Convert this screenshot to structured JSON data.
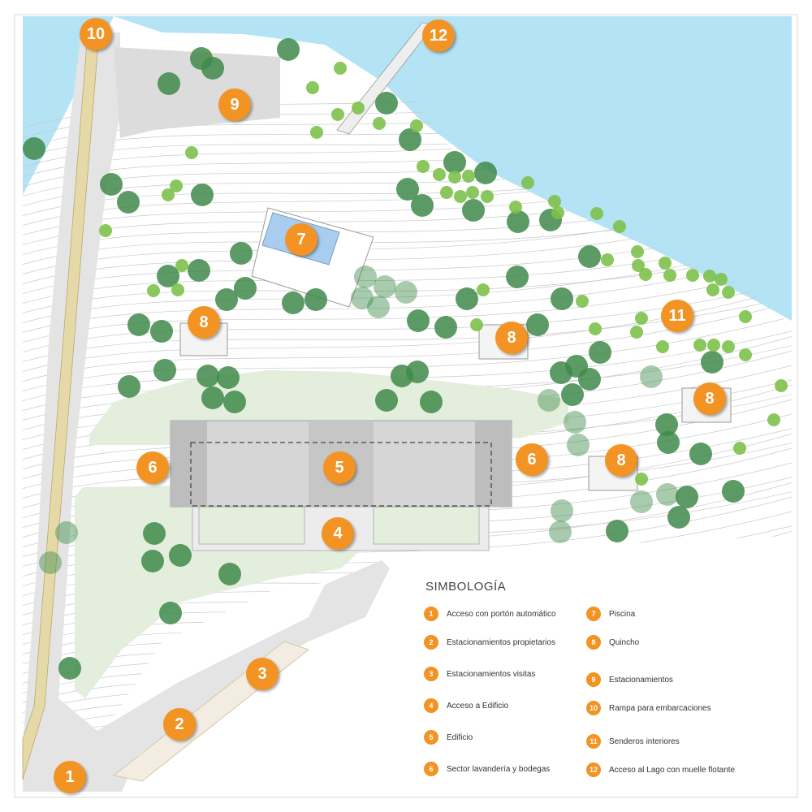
{
  "colors": {
    "water": "#b3e3f5",
    "marker": "#f29323",
    "tree_dark": "#3f8a4a",
    "tree_light": "#7dc14b",
    "lawn": "#e3eedd",
    "pavement": "#e4e4e4",
    "ramp": "#e6d9a8",
    "pool": "#a9cdee"
  },
  "legend": {
    "title": "SIMBOLOGÍA",
    "items": [
      {
        "number": "1",
        "label": "Acceso con portón automático"
      },
      {
        "number": "2",
        "label": "Estacionamientos propietarios"
      },
      {
        "number": "3",
        "label": "Estacionamientos visitas"
      },
      {
        "number": "4",
        "label": "Acceso a Edificio"
      },
      {
        "number": "5",
        "label": "Edificio"
      },
      {
        "number": "6",
        "label": "Sector lavandería y bodegas"
      },
      {
        "number": "7",
        "label": "Piscina"
      },
      {
        "number": "8",
        "label": "Quincho"
      },
      {
        "number": "9",
        "label": "Estacionamientos"
      },
      {
        "number": "10",
        "label": "Rampa para embarcaciones"
      },
      {
        "number": "11",
        "label": "Senderos interiores"
      },
      {
        "number": "12",
        "label": "Acceso al Lago con muelle flotante"
      }
    ]
  },
  "map_markers": [
    "1",
    "2",
    "3",
    "4",
    "5",
    "6",
    "6",
    "7",
    "8",
    "8",
    "8",
    "8",
    "9",
    "10",
    "11",
    "12"
  ]
}
